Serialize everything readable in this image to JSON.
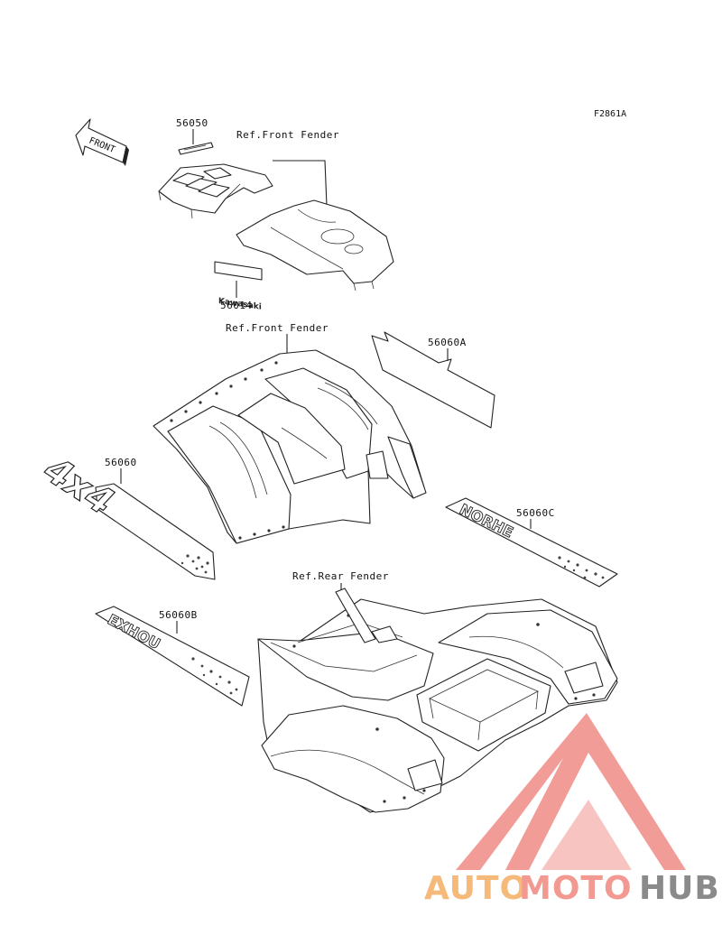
{
  "figure_code": "F2861A",
  "front_arrow": {
    "label": "FRONT"
  },
  "callouts": [
    {
      "part": "56050"
    },
    {
      "part": "56014"
    },
    {
      "part": "56060A"
    },
    {
      "part": "56060"
    },
    {
      "part": "56060C"
    },
    {
      "part": "56060B"
    }
  ],
  "refs": [
    {
      "label": "Ref.Front Fender"
    },
    {
      "label": "Ref.Front Fender"
    },
    {
      "label": "Ref.Rear Fender"
    }
  ],
  "decal_text": {
    "brand": "Kawasaki",
    "model_4x4": "4x4",
    "model_c": "NORHE",
    "model_b": "EXHOU"
  },
  "watermark": {
    "auto": "AUTO",
    "moto": "MOTO",
    "hub": "HUB",
    "colors": {
      "auto": "#f5b97a",
      "moto": "#f29a92",
      "hub": "#8a8a8a",
      "logo": "#f08b86"
    }
  }
}
